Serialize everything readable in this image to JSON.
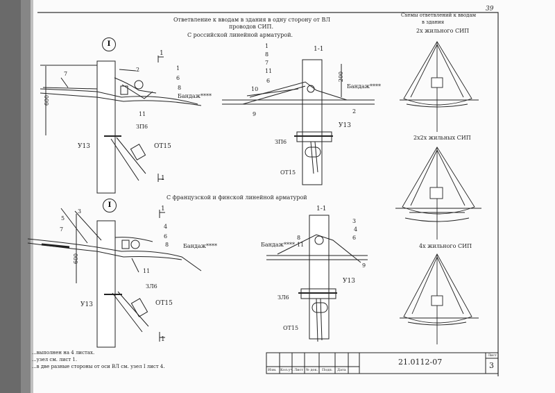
{
  "title": {
    "main": "Ответвление к вводам в здания в одну сторону от ВЛ",
    "sub": "проводов СИП."
  },
  "page_corner": "39",
  "sections": {
    "top": "С российской линейной арматурой.",
    "bottom": "С французской и финской линейной арматурой"
  },
  "schemes": {
    "title_1": "Схемы ответвлений к вводам",
    "title_2": "в здания",
    "s1": "2х жильного СИП",
    "s2": "2х2х жильных СИП",
    "s3": "4х жильного СИП"
  },
  "view_markers": {
    "circle": "I",
    "section_cut": "1",
    "section_view": "1-1"
  },
  "labels": {
    "bandage": "Бандаж****",
    "u13": "У13",
    "zp6": "ЗП6",
    "zl6": "ЗЛ6",
    "ot15": "ОТ15",
    "dim_600": "600",
    "dim_200": "200"
  },
  "callouts_top_left": [
    "7",
    "2",
    "1",
    "6",
    "8",
    "11"
  ],
  "callouts_top_right": [
    "1",
    "8",
    "7",
    "11",
    "6",
    "10",
    "9",
    "2"
  ],
  "callouts_bottom_left": [
    "5",
    "3",
    "7",
    "4",
    "6",
    "8",
    "11"
  ],
  "callouts_bottom_right": [
    "3",
    "4",
    "8",
    "11",
    "6",
    "9"
  ],
  "notes": [
    "...выполнен на 4 листах.",
    "...узел см. лист 1.",
    "...в две разные стороны от оси ВЛ см. узел I лист 4."
  ],
  "stamp": {
    "code": "21.0112-07",
    "sheet_label": "Лист",
    "sheet_number": "3",
    "columns": [
      "Изм.",
      "Кол.уч.",
      "Лист",
      "№ док.",
      "Подп.",
      "Дата"
    ]
  }
}
